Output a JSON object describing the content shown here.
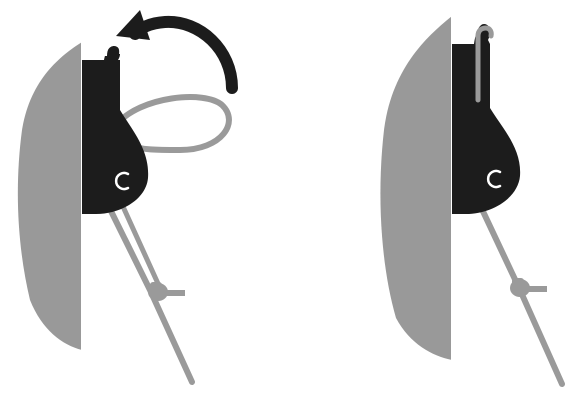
{
  "illustration": {
    "panels": [
      {
        "id": "before",
        "state": "loop-open",
        "arrow": "curved-arrow-left"
      },
      {
        "id": "after",
        "state": "hooked"
      }
    ],
    "colors": {
      "background": "#ffffff",
      "device_body": "#1c1c1c",
      "gray": "#9a9a9a",
      "ear_shade": "#8f8f8f"
    }
  }
}
